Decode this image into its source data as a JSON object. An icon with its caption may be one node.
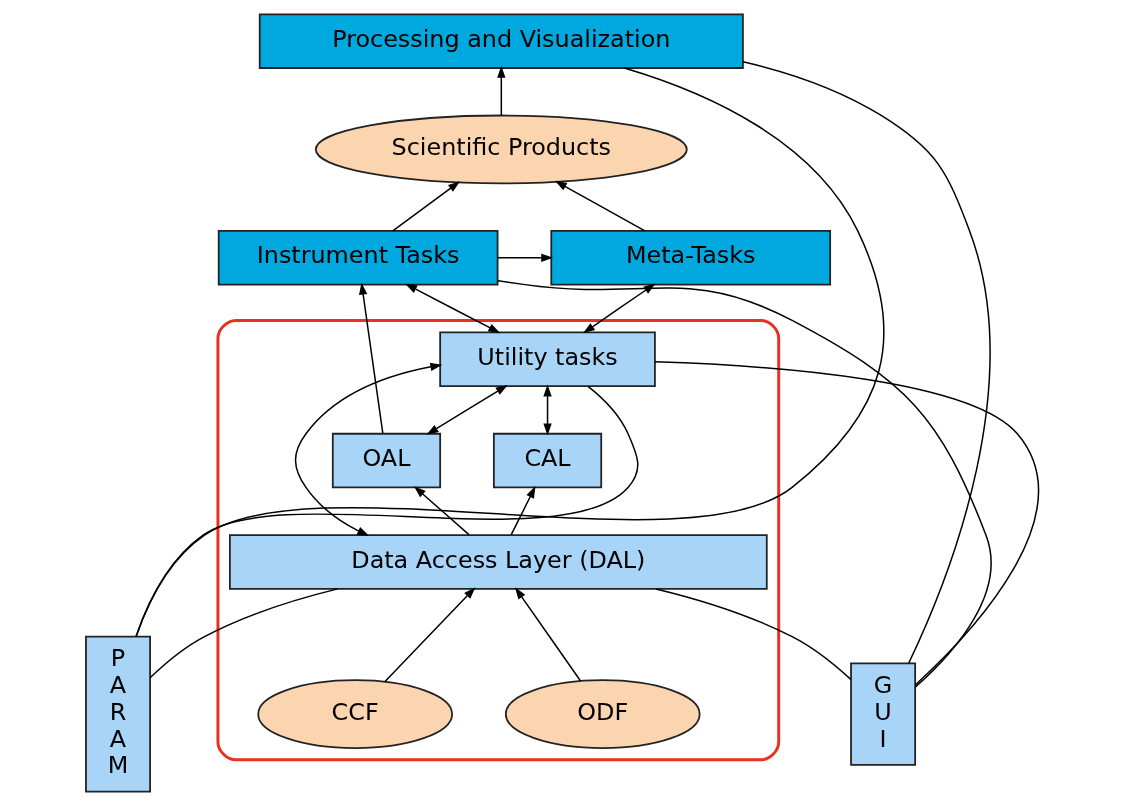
{
  "diagram": {
    "nodes": [
      {
        "text": [
          "Processing and Visualization"
        ]
      },
      {
        "text": [
          "Scientific Products"
        ]
      },
      {
        "text": [
          "GUI"
        ]
      },
      {
        "text": [
          "Instrument Tasks"
        ]
      },
      {
        "text": [
          "Meta-Tasks"
        ]
      },
      {
        "text": [
          "PARAM"
        ]
      },
      {
        "text": [],
        "shape": "ellipse"
      },
      {
        "text": [
          "Utility tasks"
        ],
        "in": 6
      },
      {
        "text": [
          "OAL"
        ],
        "in": 6
      },
      {
        "text": [
          "CAL"
        ],
        "in": 6
      },
      {
        "text": [
          "Data Access Layer (DAL)"
        ],
        "in": 6
      },
      {
        "text": [
          "ODF"
        ],
        "in": 6
      },
      {
        "text": [
          "CCF"
        ],
        "in": 6
      }
    ],
    "edges": [
      {
        "from": 1,
        "to": 0,
        "arrow": "to"
      },
      {
        "from": 3,
        "to": 1,
        "arrow": "to"
      },
      {
        "from": 4,
        "to": 1,
        "arrow": "to"
      },
      {
        "from": 3,
        "to": 4,
        "arrow": "to"
      },
      {
        "from": 7,
        "to": 3,
        "arrow": "both"
      },
      {
        "from": 7,
        "to": 4,
        "arrow": "both"
      },
      {
        "from": 8,
        "to": 3,
        "arrow": "to"
      },
      {
        "from": 8,
        "to": 7,
        "arrow": "both"
      },
      {
        "from": 9,
        "to": 7,
        "arrow": "both"
      },
      {
        "from": 10,
        "to": 7,
        "arrow": "both"
      },
      {
        "from": 10,
        "to": 8,
        "arrow": "to"
      },
      {
        "from": 10,
        "to": 9,
        "arrow": "to"
      },
      {
        "from": 11,
        "to": 10,
        "arrow": "to"
      },
      {
        "from": 12,
        "to": 10,
        "arrow": "to"
      },
      {
        "from": 2,
        "to": 0,
        "arrow": "none"
      },
      {
        "from": 2,
        "to": 3,
        "arrow": "none"
      },
      {
        "from": 2,
        "to": 7,
        "arrow": "none"
      },
      {
        "from": 2,
        "to": 10,
        "arrow": "none"
      },
      {
        "from": 7,
        "to": 5,
        "arrow": "none"
      },
      {
        "from": 0,
        "to": 5,
        "arrow": "none"
      },
      {
        "from": 10,
        "to": 5,
        "arrow": "none"
      }
    ]
  }
}
